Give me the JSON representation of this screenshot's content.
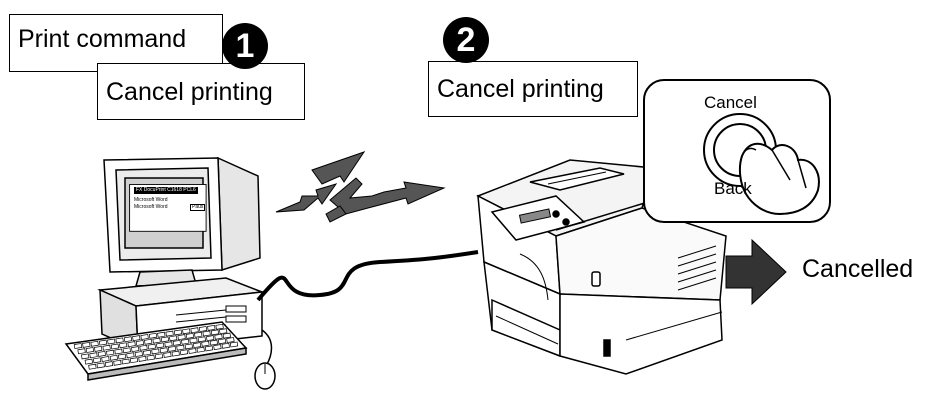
{
  "step1": {
    "number": "1",
    "print_command": "Print command",
    "cancel_printing": "Cancel printing"
  },
  "step2": {
    "number": "2",
    "cancel_printing": "Cancel printing"
  },
  "control_panel": {
    "cancel_label": "Cancel",
    "back_label": "Back"
  },
  "result": {
    "label": "Cancelled"
  },
  "monitor_screen": {
    "window_title": "FX DocuPrint C1618 PCL6",
    "row_a": "Microsoft Word",
    "row_b": "Microsoft Word",
    "button": "Paus"
  },
  "colors": {
    "ink": "#000000",
    "paper": "#ffffff",
    "arrow_gray": "#555555",
    "screen_gray": "#bdbdbd"
  }
}
